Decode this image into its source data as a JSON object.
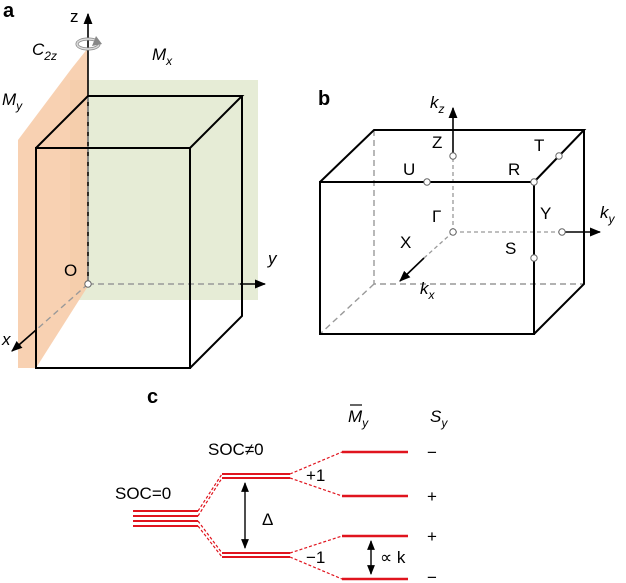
{
  "panel_a": {
    "label": "a",
    "axis_z": "z",
    "axis_y": "y",
    "axis_x": "x",
    "origin": "O",
    "rotation_label_main": "C",
    "rotation_label_sub": "2z",
    "mirror_x_main": "M",
    "mirror_x_sub": "x",
    "mirror_y_main": "M",
    "mirror_y_sub": "y",
    "colors": {
      "orange_plane": "#f7c9a4",
      "green_plane": "#e3ead2"
    }
  },
  "panel_b": {
    "label": "b",
    "axis_kz_main": "k",
    "axis_kz_sub": "z",
    "axis_ky_main": "k",
    "axis_ky_sub": "y",
    "axis_kx_main": "k",
    "axis_kx_sub": "x",
    "points": {
      "Z": "Z",
      "T": "T",
      "U": "U",
      "R": "R",
      "Y": "Y",
      "Gamma": "Γ",
      "X": "X",
      "S": "S"
    }
  },
  "panel_c": {
    "label": "c",
    "soc_zero": "SOC=0",
    "soc_nonzero": "SOC≠0",
    "delta": "Δ",
    "plus_one": "+1",
    "minus_one": "−1",
    "prop_k": "∝ k",
    "header_m_main": "M",
    "header_m_sub": "y",
    "header_s_main": "S",
    "header_s_sub": "y",
    "signs": [
      "−",
      "+",
      "+",
      "−"
    ],
    "colors": {
      "level": "#e0141e"
    }
  }
}
